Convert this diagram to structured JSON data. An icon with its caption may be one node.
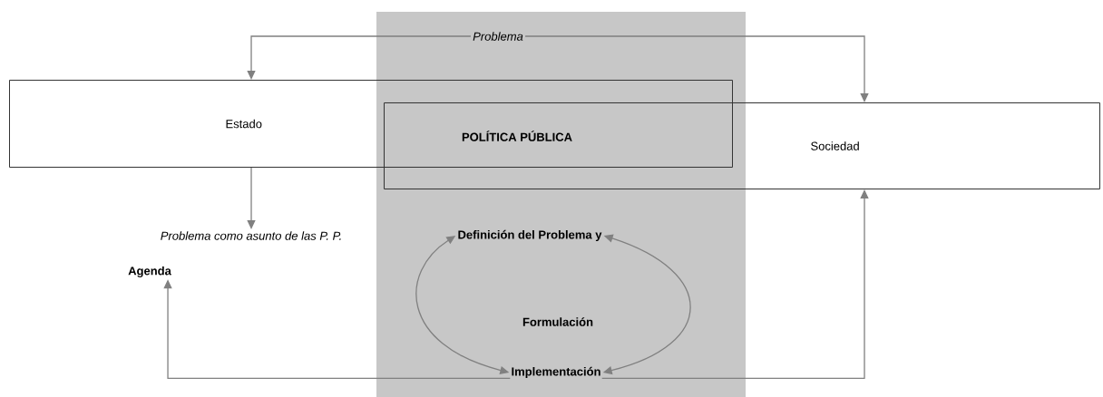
{
  "diagram": {
    "nodes": [
      {
        "text": [
          "Problema"
        ]
      },
      {
        "text": [
          "Estado"
        ]
      },
      {
        "text": [
          "Sociedad"
        ]
      },
      {
        "text": [
          "Problema como asunto de las P. P."
        ]
      },
      {
        "text": [
          "Agenda"
        ]
      },
      {
        "text": [
          "Definición del Problema y"
        ]
      },
      {
        "text": [
          "Formulación"
        ]
      },
      {
        "text": [
          "Implementación"
        ]
      }
    ],
    "edges": [
      {
        "from": 0,
        "to": 1,
        "arrow": "to"
      },
      {
        "from": 0,
        "to": 2,
        "arrow": "to"
      },
      {
        "from": 1,
        "to": 3,
        "arrow": "to"
      },
      {
        "from": 7,
        "to": 4,
        "arrow": "to"
      },
      {
        "from": 7,
        "to": 2,
        "arrow": "to"
      },
      {
        "from": 5,
        "to": 7,
        "arrow": "both"
      },
      {
        "from": 5,
        "to": 7,
        "arrow": "both"
      }
    ],
    "labels": [
      "POLÍTICA PÚBLICA"
    ]
  }
}
